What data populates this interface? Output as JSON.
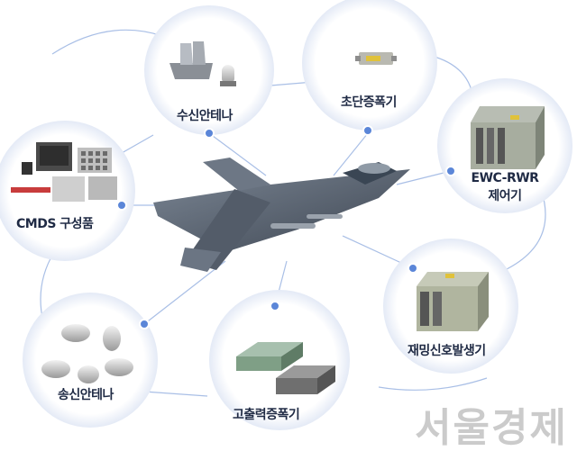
{
  "components": {
    "receive_antenna": "수신안테나",
    "ultrashort_amplifier": "초단증폭기",
    "ewc_rwr_line1": "EWC-RWR",
    "ewc_rwr_line2": "제어기",
    "cmds": "CMDS 구성품",
    "jamming_generator": "재밍신호발생기",
    "transmit_antenna": "송신안테나",
    "high_power_amplifier": "고출력증폭기"
  },
  "watermark": "서울경제",
  "colors": {
    "circle_shadow": "#c9d4ea",
    "connector": "#a9bfe6",
    "node_dot": "#5b86d8",
    "jet_body": "#5a6573",
    "green_unit": "#7f9f86"
  }
}
